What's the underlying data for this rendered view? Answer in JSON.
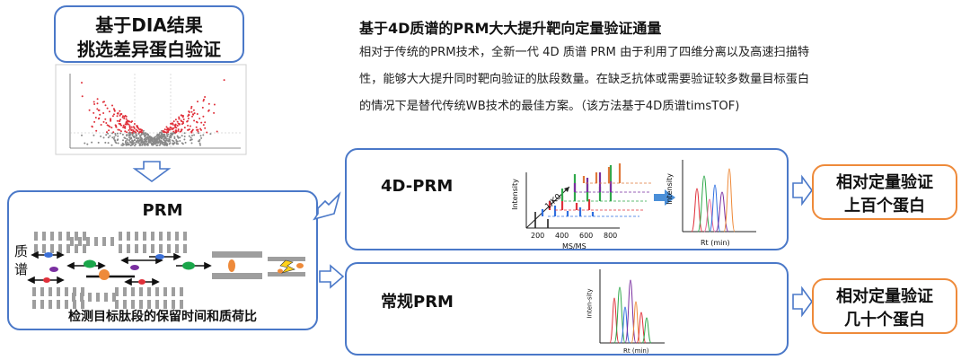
{
  "top_left_box": {
    "line1": "基于DIA结果",
    "line2": "挑选差异蛋白验证"
  },
  "header": {
    "title": "基于4D质谱的PRM大大提升靶向定量验证通量",
    "lines": [
      "相对于传统的PRM技术，全新一代 4D 质谱 PRM 由于利用了四维分离以及高速扫描特",
      "性，能够大大提升同时靶向验证的肽段数量。在缺乏抗体或需要验证较多数量目标蛋白",
      "的情况下是替代传统WB技术的最佳方案。（该方法基于4D质谱timsTOF)"
    ]
  },
  "prm_box": {
    "title": "PRM",
    "side_label": "质\n谱",
    "caption": "检测目标肽段的保留时间和质荷比"
  },
  "prm4d_box": {
    "title": "4D-PRM",
    "ylabel1": "Intensity",
    "xlabel1": "MS/MS",
    "ticks": [
      "200",
      "400",
      "600",
      "800"
    ],
    "diag": "1/K0",
    "ylabel2": "Intensity",
    "xlabel2": "Rt (min)"
  },
  "regular_box": {
    "title": "常规PRM",
    "ylabel": "Inten-sity",
    "xlabel": "Rt (min)"
  },
  "result1": {
    "line1": "相对定量验证",
    "line2": "上百个蛋白"
  },
  "result2": {
    "line1": "相对定量验证",
    "line2": "几十个蛋白"
  },
  "colors": {
    "border_blue": "#4a78c8",
    "border_orange": "#ee8a3a",
    "volcano_red": "#e0303a"
  }
}
